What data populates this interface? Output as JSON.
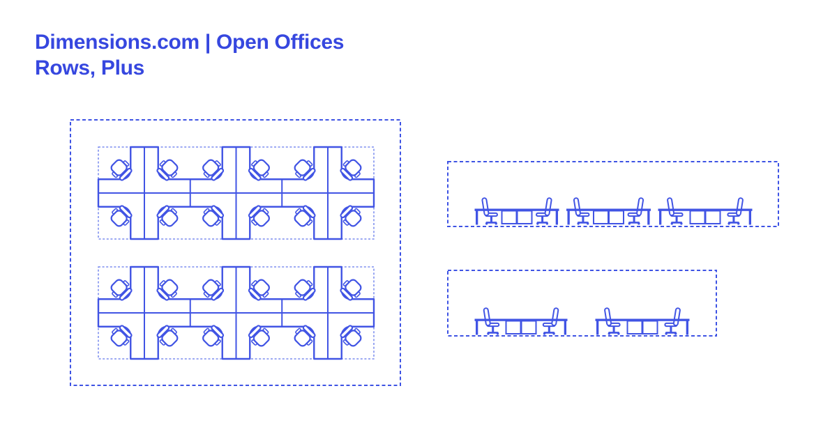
{
  "page": {
    "title_line1": "Dimensions.com | Open Offices",
    "title_line2": "Rows, Plus"
  },
  "colors": {
    "background": "#ffffff",
    "title_blue": "#3647df",
    "line_blue": "#4154e4",
    "dash_strong": "#3e53e4",
    "dash_light": "#6276ec",
    "fill_white": "#ffffff"
  },
  "figures": {
    "plan": {
      "name": "plan view - rows of plus desks",
      "rows": 2,
      "clusters_per_row": 3,
      "chairs_per_cluster": 4
    },
    "elevation_top": {
      "name": "side elevation - three desk groups",
      "desk_groups": 3,
      "chairs_per_group": 2
    },
    "elevation_bottom": {
      "name": "side elevation - two desk groups",
      "desk_groups": 2,
      "chairs_per_group": 2
    }
  }
}
